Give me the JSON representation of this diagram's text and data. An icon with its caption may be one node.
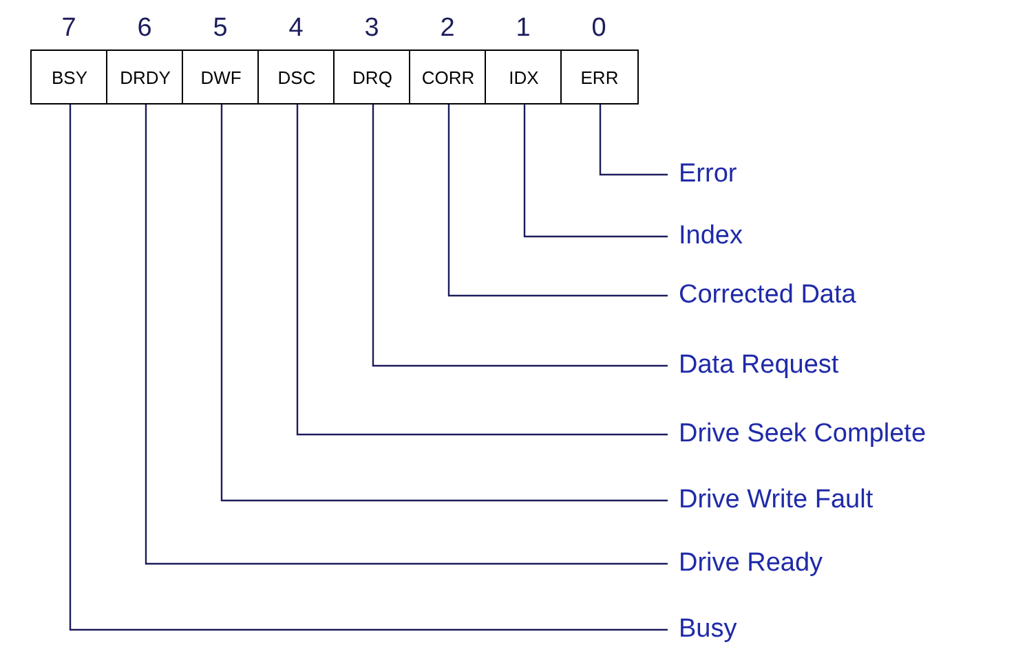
{
  "diagram": {
    "nodes": [
      {
        "text": [
          "BSY"
        ],
        "beside": [
          "7"
        ]
      },
      {
        "text": [
          "DRDY"
        ],
        "beside": [
          "6"
        ]
      },
      {
        "text": [
          "DWF"
        ],
        "beside": [
          "5"
        ]
      },
      {
        "text": [
          "DSC"
        ],
        "beside": [
          "4"
        ]
      },
      {
        "text": [
          "DRQ"
        ],
        "beside": [
          "3"
        ]
      },
      {
        "text": [
          "CORR"
        ],
        "beside": [
          "2"
        ]
      },
      {
        "text": [
          "IDX"
        ],
        "beside": [
          "1"
        ]
      },
      {
        "text": [
          "ERR"
        ],
        "beside": [
          "0"
        ]
      },
      {
        "text": [
          "Error"
        ]
      },
      {
        "text": [
          "Index"
        ]
      },
      {
        "text": [
          "Corrected Data"
        ]
      },
      {
        "text": [
          "Data Request"
        ]
      },
      {
        "text": [
          "Drive Seek Complete"
        ]
      },
      {
        "text": [
          "Drive Write Fault"
        ]
      },
      {
        "text": [
          "Drive Ready"
        ]
      },
      {
        "text": [
          "Busy"
        ]
      }
    ],
    "edges": [
      {
        "from": 8,
        "to": 7,
        "arrow": "none"
      },
      {
        "from": 9,
        "to": 6,
        "arrow": "none"
      },
      {
        "from": 10,
        "to": 5,
        "arrow": "none"
      },
      {
        "from": 11,
        "to": 4,
        "arrow": "none"
      },
      {
        "from": 12,
        "to": 3,
        "arrow": "none"
      },
      {
        "from": 13,
        "to": 2,
        "arrow": "none"
      },
      {
        "from": 14,
        "to": 1,
        "arrow": "none"
      },
      {
        "from": 15,
        "to": 0,
        "arrow": "none"
      }
    ]
  }
}
